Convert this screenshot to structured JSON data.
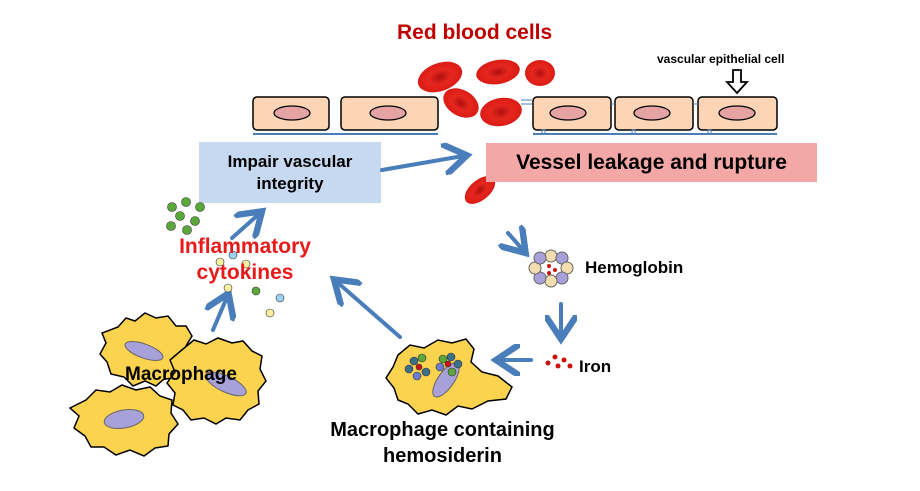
{
  "labels": {
    "red_blood_cells": "Red blood cells",
    "vascular_epithelial_cell": "vascular epithelial cell",
    "impair_vascular_integrity": "Impair vascular integrity",
    "vessel_leakage": "Vessel leakage and rupture",
    "inflammatory_cytokines": "Inflammatory cytokines",
    "hemoglobin": "Hemoglobin",
    "iron": "Iron",
    "macrophage": "Macrophage",
    "macrophage_hemosiderin": "Macrophage containing hemosiderin"
  },
  "colors": {
    "red_text": "#c00000",
    "arrow": "#4a7ebb",
    "cell_fill": "#fbd5b5",
    "nucleus_fill": "#e6a3a3",
    "rbc": "#e8221f",
    "impair_box": "#c6d9f1",
    "leak_box": "#f4a7a7",
    "macrophage_fill": "#fbd34f",
    "macrophage_nucleus": "#a8a0d8",
    "iron_dot": "#cc1111"
  }
}
